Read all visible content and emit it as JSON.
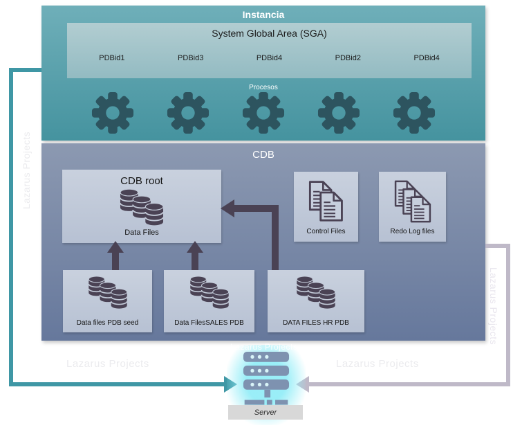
{
  "watermark": {
    "text": "Lazarus Projects"
  },
  "colors": {
    "instancia_teal": "#56a0ac",
    "sga_teal": "#a3c5cb",
    "cdb_blue_gray": "#7a89a6",
    "inner_box": "#c3cbd9",
    "dark_icon": "#4a4254",
    "gear_teal": "#2d545f",
    "teal_arrow": "#3f97a5",
    "gray_arrow": "#bfb9c8",
    "server_glow": "#94edf7",
    "server_body": "#7e92b0"
  },
  "instancia": {
    "title": "Instancia",
    "sga": {
      "title": "System Global Area (SGA)",
      "pdb_labels": [
        "PDBid1",
        "PDBid3",
        "PDBid4",
        "PDBid2",
        "PDBid4"
      ]
    },
    "procesos_label": "Procesos",
    "gear_icons": [
      "gear-icon",
      "gear-icon",
      "gear-icon",
      "gear-icon",
      "gear-icon"
    ]
  },
  "cdb": {
    "title": "CDB",
    "cdb_root": {
      "title": "CDB root",
      "files_label": "Data Files",
      "icon": "database-stack-icon"
    },
    "control_files": {
      "label": "Control Files",
      "icon": "documents-2-icon"
    },
    "redo_log_files": {
      "label": "Redo Log files",
      "icon": "documents-3-icon"
    },
    "pdb_boxes": [
      {
        "label": "Data files PDB seed",
        "icon": "database-stack-icon"
      },
      {
        "label": "Data FilesSALES PDB",
        "icon": "database-stack-icon"
      },
      {
        "label": "DATA FILES HR PDB",
        "icon": "database-stack-icon"
      }
    ]
  },
  "server": {
    "label": "Server",
    "icon": "server-icon"
  }
}
